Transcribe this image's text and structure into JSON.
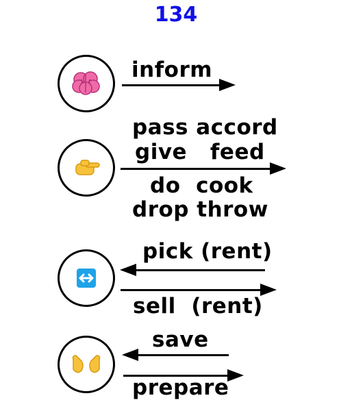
{
  "page_number": "134",
  "rows": [
    {
      "icon": "brain-icon",
      "above": [
        "inform"
      ]
    },
    {
      "icon": "hand-icon",
      "above": [
        "pass accord",
        "give   feed"
      ],
      "below": [
        "do  cook",
        "drop throw"
      ]
    },
    {
      "icon": "left-right-arrow-icon",
      "above": [
        "pick (rent)"
      ],
      "below": [
        "sell  (rent)"
      ]
    },
    {
      "icon": "open-hands-icon",
      "above": [
        "save"
      ],
      "below": [
        "prepare"
      ]
    }
  ]
}
